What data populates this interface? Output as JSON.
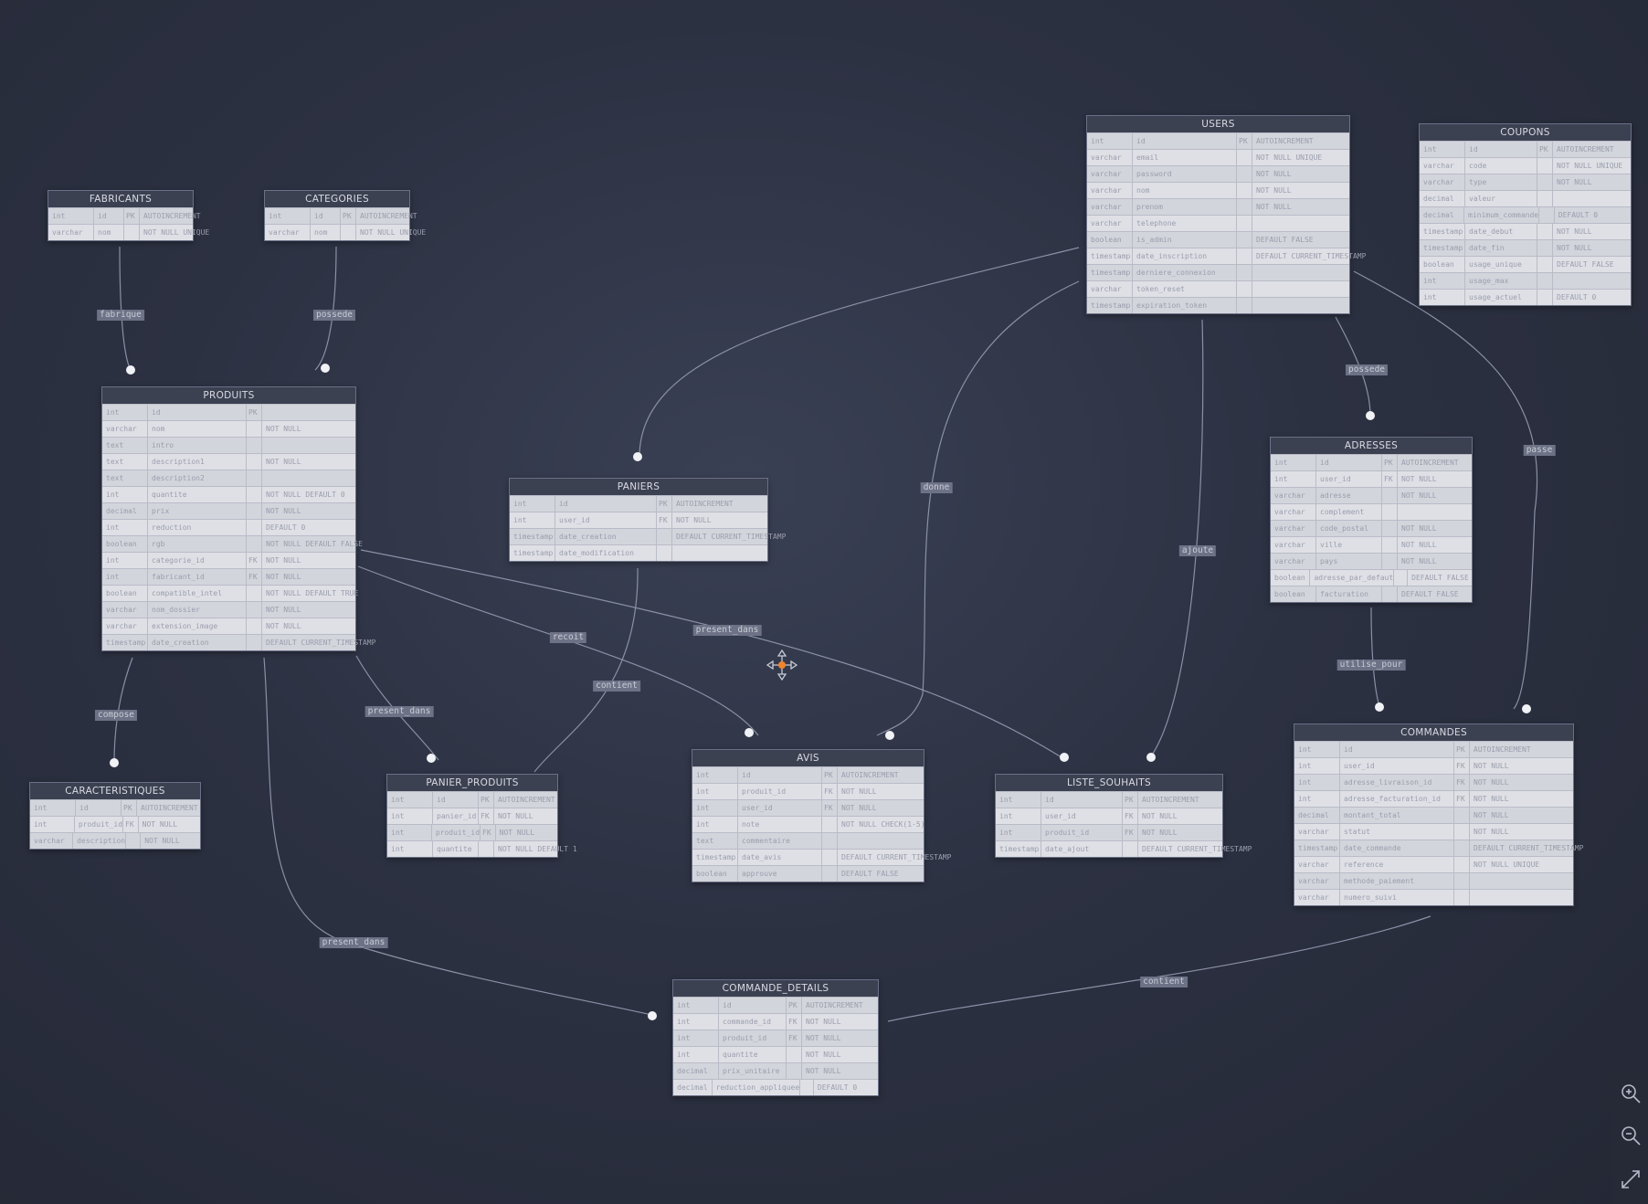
{
  "diagram": {
    "edge_color": "#8a90a6",
    "header_color": "#3c4152",
    "background": "#2a2e3d"
  },
  "tables": [
    {
      "id": "fabricants",
      "title": "FABRICANTS",
      "rows": [
        [
          "int",
          "id",
          "PK",
          "AUTOINCREMENT"
        ],
        [
          "varchar",
          "nom",
          "",
          "NOT NULL UNIQUE"
        ]
      ]
    },
    {
      "id": "categories",
      "title": "CATEGORIES",
      "rows": [
        [
          "int",
          "id",
          "PK",
          "AUTOINCREMENT"
        ],
        [
          "varchar",
          "nom",
          "",
          "NOT NULL UNIQUE"
        ]
      ]
    },
    {
      "id": "users",
      "title": "USERS",
      "rows": [
        [
          "int",
          "id",
          "PK",
          "AUTOINCREMENT"
        ],
        [
          "varchar",
          "email",
          "",
          "NOT NULL UNIQUE"
        ],
        [
          "varchar",
          "password",
          "",
          "NOT NULL"
        ],
        [
          "varchar",
          "nom",
          "",
          "NOT NULL"
        ],
        [
          "varchar",
          "prenom",
          "",
          "NOT NULL"
        ],
        [
          "varchar",
          "telephone",
          "",
          ""
        ],
        [
          "boolean",
          "is_admin",
          "",
          "DEFAULT FALSE"
        ],
        [
          "timestamp",
          "date_inscription",
          "",
          "DEFAULT CURRENT_TIMESTAMP"
        ],
        [
          "timestamp",
          "derniere_connexion",
          "",
          ""
        ],
        [
          "varchar",
          "token_reset",
          "",
          ""
        ],
        [
          "timestamp",
          "expiration_token",
          "",
          ""
        ]
      ]
    },
    {
      "id": "coupons",
      "title": "COUPONS",
      "rows": [
        [
          "int",
          "id",
          "PK",
          "AUTOINCREMENT"
        ],
        [
          "varchar",
          "code",
          "",
          "NOT NULL UNIQUE"
        ],
        [
          "varchar",
          "type",
          "",
          "NOT NULL"
        ],
        [
          "decimal",
          "valeur",
          "",
          ""
        ],
        [
          "decimal",
          "minimum_commande",
          "",
          "DEFAULT 0"
        ],
        [
          "timestamp",
          "date_debut",
          "",
          "NOT NULL"
        ],
        [
          "timestamp",
          "date_fin",
          "",
          "NOT NULL"
        ],
        [
          "boolean",
          "usage_unique",
          "",
          "DEFAULT FALSE"
        ],
        [
          "int",
          "usage_max",
          "",
          ""
        ],
        [
          "int",
          "usage_actuel",
          "",
          "DEFAULT 0"
        ]
      ]
    },
    {
      "id": "produits",
      "title": "PRODUITS",
      "rows": [
        [
          "int",
          "id",
          "PK",
          ""
        ],
        [
          "varchar",
          "nom",
          "",
          "NOT NULL"
        ],
        [
          "text",
          "intro",
          "",
          ""
        ],
        [
          "text",
          "description1",
          "",
          "NOT NULL"
        ],
        [
          "text",
          "description2",
          "",
          ""
        ],
        [
          "int",
          "quantite",
          "",
          "NOT NULL DEFAULT 0"
        ],
        [
          "decimal",
          "prix",
          "",
          "NOT NULL"
        ],
        [
          "int",
          "reduction",
          "",
          "DEFAULT 0"
        ],
        [
          "boolean",
          "rgb",
          "",
          "NOT NULL DEFAULT FALSE"
        ],
        [
          "int",
          "categorie_id",
          "FK",
          "NOT NULL"
        ],
        [
          "int",
          "fabricant_id",
          "FK",
          "NOT NULL"
        ],
        [
          "boolean",
          "compatible_intel",
          "",
          "NOT NULL DEFAULT TRUE"
        ],
        [
          "varchar",
          "nom_dossier",
          "",
          "NOT NULL"
        ],
        [
          "varchar",
          "extension_image",
          "",
          "NOT NULL"
        ],
        [
          "timestamp",
          "date_creation",
          "",
          "DEFAULT CURRENT_TIMESTAMP"
        ]
      ]
    },
    {
      "id": "paniers",
      "title": "PANIERS",
      "rows": [
        [
          "int",
          "id",
          "PK",
          "AUTOINCREMENT"
        ],
        [
          "int",
          "user_id",
          "FK",
          "NOT NULL"
        ],
        [
          "timestamp",
          "date_creation",
          "",
          "DEFAULT CURRENT_TIMESTAMP"
        ],
        [
          "timestamp",
          "date_modification",
          "",
          ""
        ]
      ]
    },
    {
      "id": "adresses",
      "title": "ADRESSES",
      "rows": [
        [
          "int",
          "id",
          "PK",
          "AUTOINCREMENT"
        ],
        [
          "int",
          "user_id",
          "FK",
          "NOT NULL"
        ],
        [
          "varchar",
          "adresse",
          "",
          "NOT NULL"
        ],
        [
          "varchar",
          "complement",
          "",
          ""
        ],
        [
          "varchar",
          "code_postal",
          "",
          "NOT NULL"
        ],
        [
          "varchar",
          "ville",
          "",
          "NOT NULL"
        ],
        [
          "varchar",
          "pays",
          "",
          "NOT NULL"
        ],
        [
          "boolean",
          "adresse_par_defaut",
          "",
          "DEFAULT FALSE"
        ],
        [
          "boolean",
          "facturation",
          "",
          "DEFAULT FALSE"
        ]
      ]
    },
    {
      "id": "caracteristiques",
      "title": "CARACTERISTIQUES",
      "rows": [
        [
          "int",
          "id",
          "PK",
          "AUTOINCREMENT"
        ],
        [
          "int",
          "produit_id",
          "FK",
          "NOT NULL"
        ],
        [
          "varchar",
          "description",
          "",
          "NOT NULL"
        ]
      ]
    },
    {
      "id": "panier_produits",
      "title": "PANIER_PRODUITS",
      "rows": [
        [
          "int",
          "id",
          "PK",
          "AUTOINCREMENT"
        ],
        [
          "int",
          "panier_id",
          "FK",
          "NOT NULL"
        ],
        [
          "int",
          "produit_id",
          "FK",
          "NOT NULL"
        ],
        [
          "int",
          "quantite",
          "",
          "NOT NULL DEFAULT 1"
        ]
      ]
    },
    {
      "id": "avis",
      "title": "AVIS",
      "rows": [
        [
          "int",
          "id",
          "PK",
          "AUTOINCREMENT"
        ],
        [
          "int",
          "produit_id",
          "FK",
          "NOT NULL"
        ],
        [
          "int",
          "user_id",
          "FK",
          "NOT NULL"
        ],
        [
          "int",
          "note",
          "",
          "NOT NULL CHECK(1-5)"
        ],
        [
          "text",
          "commentaire",
          "",
          ""
        ],
        [
          "timestamp",
          "date_avis",
          "",
          "DEFAULT CURRENT_TIMESTAMP"
        ],
        [
          "boolean",
          "approuve",
          "",
          "DEFAULT FALSE"
        ]
      ]
    },
    {
      "id": "liste_souhaits",
      "title": "LISTE_SOUHAITS",
      "rows": [
        [
          "int",
          "id",
          "PK",
          "AUTOINCREMENT"
        ],
        [
          "int",
          "user_id",
          "FK",
          "NOT NULL"
        ],
        [
          "int",
          "produit_id",
          "FK",
          "NOT NULL"
        ],
        [
          "timestamp",
          "date_ajout",
          "",
          "DEFAULT CURRENT_TIMESTAMP"
        ]
      ]
    },
    {
      "id": "commandes",
      "title": "COMMANDES",
      "rows": [
        [
          "int",
          "id",
          "PK",
          "AUTOINCREMENT"
        ],
        [
          "int",
          "user_id",
          "FK",
          "NOT NULL"
        ],
        [
          "int",
          "adresse_livraison_id",
          "FK",
          "NOT NULL"
        ],
        [
          "int",
          "adresse_facturation_id",
          "FK",
          "NOT NULL"
        ],
        [
          "decimal",
          "montant_total",
          "",
          "NOT NULL"
        ],
        [
          "varchar",
          "statut",
          "",
          "NOT NULL"
        ],
        [
          "timestamp",
          "date_commande",
          "",
          "DEFAULT CURRENT_TIMESTAMP"
        ],
        [
          "varchar",
          "reference",
          "",
          "NOT NULL UNIQUE"
        ],
        [
          "varchar",
          "methode_paiement",
          "",
          ""
        ],
        [
          "varchar",
          "numero_suivi",
          "",
          ""
        ]
      ]
    },
    {
      "id": "commande_details",
      "title": "COMMANDE_DETAILS",
      "rows": [
        [
          "int",
          "id",
          "PK",
          "AUTOINCREMENT"
        ],
        [
          "int",
          "commande_id",
          "FK",
          "NOT NULL"
        ],
        [
          "int",
          "produit_id",
          "FK",
          "NOT NULL"
        ],
        [
          "int",
          "quantite",
          "",
          "NOT NULL"
        ],
        [
          "decimal",
          "prix_unitaire",
          "",
          "NOT NULL"
        ],
        [
          "decimal",
          "reduction_appliquee",
          "",
          "DEFAULT 0"
        ]
      ]
    }
  ],
  "relations": [
    {
      "label": "fabrique"
    },
    {
      "label": "possede"
    },
    {
      "label": "compose"
    },
    {
      "label": "contient"
    },
    {
      "label": "present_dans"
    },
    {
      "label": "recoit"
    },
    {
      "label": "present_dans"
    },
    {
      "label": "present_dans"
    },
    {
      "label": "donne"
    },
    {
      "label": "ajoute"
    },
    {
      "label": "possede"
    },
    {
      "label": "utilise_pour"
    },
    {
      "label": "passe"
    },
    {
      "label": "contient"
    }
  ],
  "controls": {
    "zoom_in_icon": "zoom-in-icon",
    "zoom_out_icon": "zoom-out-icon",
    "fit_icon": "expand-icon",
    "move_icon": "move-icon"
  }
}
